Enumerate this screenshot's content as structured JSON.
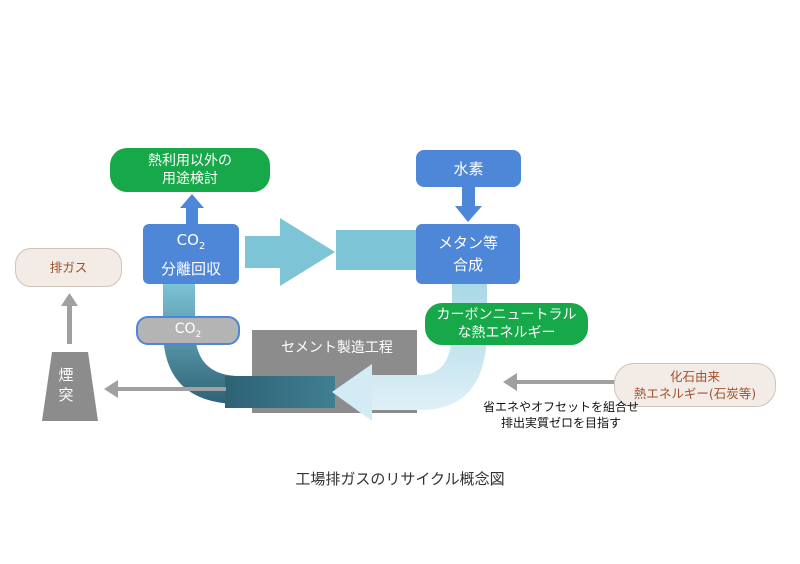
{
  "nodes": {
    "heat_other_use": "熱利用以外の\n用途検討",
    "hydrogen": "水素",
    "co2_separation": {
      "line1": "CO",
      "sub": "2",
      "line2": "分離回収"
    },
    "methane_synthesis": "メタン等\n合成",
    "carbon_neutral": "カーボンニュートラル\nな熱エネルギー",
    "exhaust_gas": "排ガス",
    "co2_pill": {
      "text": "CO",
      "sub": "2"
    },
    "cement_process": "セメント製造工程",
    "fossil_heat": "化石由来\n熱エネルギー(石炭等)",
    "stack": "煙\n突"
  },
  "note": "省エネやオフセットを組合せ\n排出実質ゼロを目指す",
  "caption": "工場排ガスのリサイクル概念図",
  "colors": {
    "blue_box": "#4e86d8",
    "green": "#17a84a",
    "teal_dark": "#2f6b7c",
    "teal_light": "#7cc4d6",
    "pale_blue": "#cfe8f4",
    "gray": "#8c8c8c",
    "beige": "#f2ebe6"
  }
}
